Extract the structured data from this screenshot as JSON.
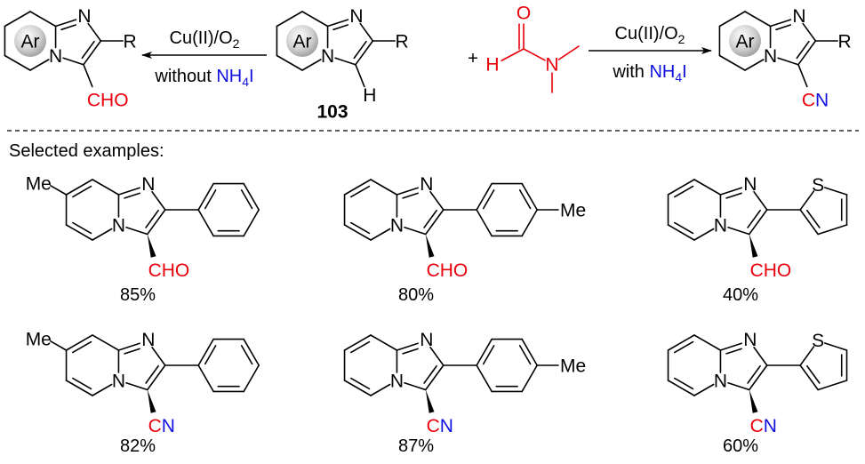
{
  "atoms": {
    "N": "N",
    "Me": "Me",
    "S": "S",
    "R": "R",
    "H": "H",
    "O": "O",
    "Ar": "Ar",
    "CHO": "CHO",
    "C": "C",
    "Nn": "N"
  },
  "scheme": {
    "compound_label": "103",
    "plus": "+",
    "left_conditions": {
      "line1": "Cu(II)/O",
      "line1_sub": "2",
      "line2_prefix": "without ",
      "reagent": "NH",
      "reagent_sub": "4",
      "reagent_end": "I"
    },
    "right_conditions": {
      "line1": "Cu(II)/O",
      "line1_sub": "2",
      "line2_prefix": "with ",
      "reagent": "NH",
      "reagent_sub": "4",
      "reagent_end": "I"
    }
  },
  "section_title": "Selected examples:",
  "examples": [
    {
      "substituent_2": "phenyl",
      "pyridine_methyl": true,
      "group_3": "CHO",
      "yield": "85%"
    },
    {
      "substituent_2": "p-tolyl",
      "pyridine_methyl": false,
      "group_3": "CHO",
      "yield": "80%"
    },
    {
      "substituent_2": "2-thienyl",
      "pyridine_methyl": false,
      "group_3": "CHO",
      "yield": "40%"
    },
    {
      "substituent_2": "phenyl",
      "pyridine_methyl": true,
      "group_3": "CN",
      "yield": "82%"
    },
    {
      "substituent_2": "p-tolyl",
      "pyridine_methyl": false,
      "group_3": "CN",
      "yield": "87%"
    },
    {
      "substituent_2": "2-thienyl",
      "pyridine_methyl": false,
      "group_3": "CN",
      "yield": "60%"
    }
  ],
  "colors": {
    "heteroatom_red": "#e8000b",
    "nitrogen_blue": "#1010e0"
  }
}
